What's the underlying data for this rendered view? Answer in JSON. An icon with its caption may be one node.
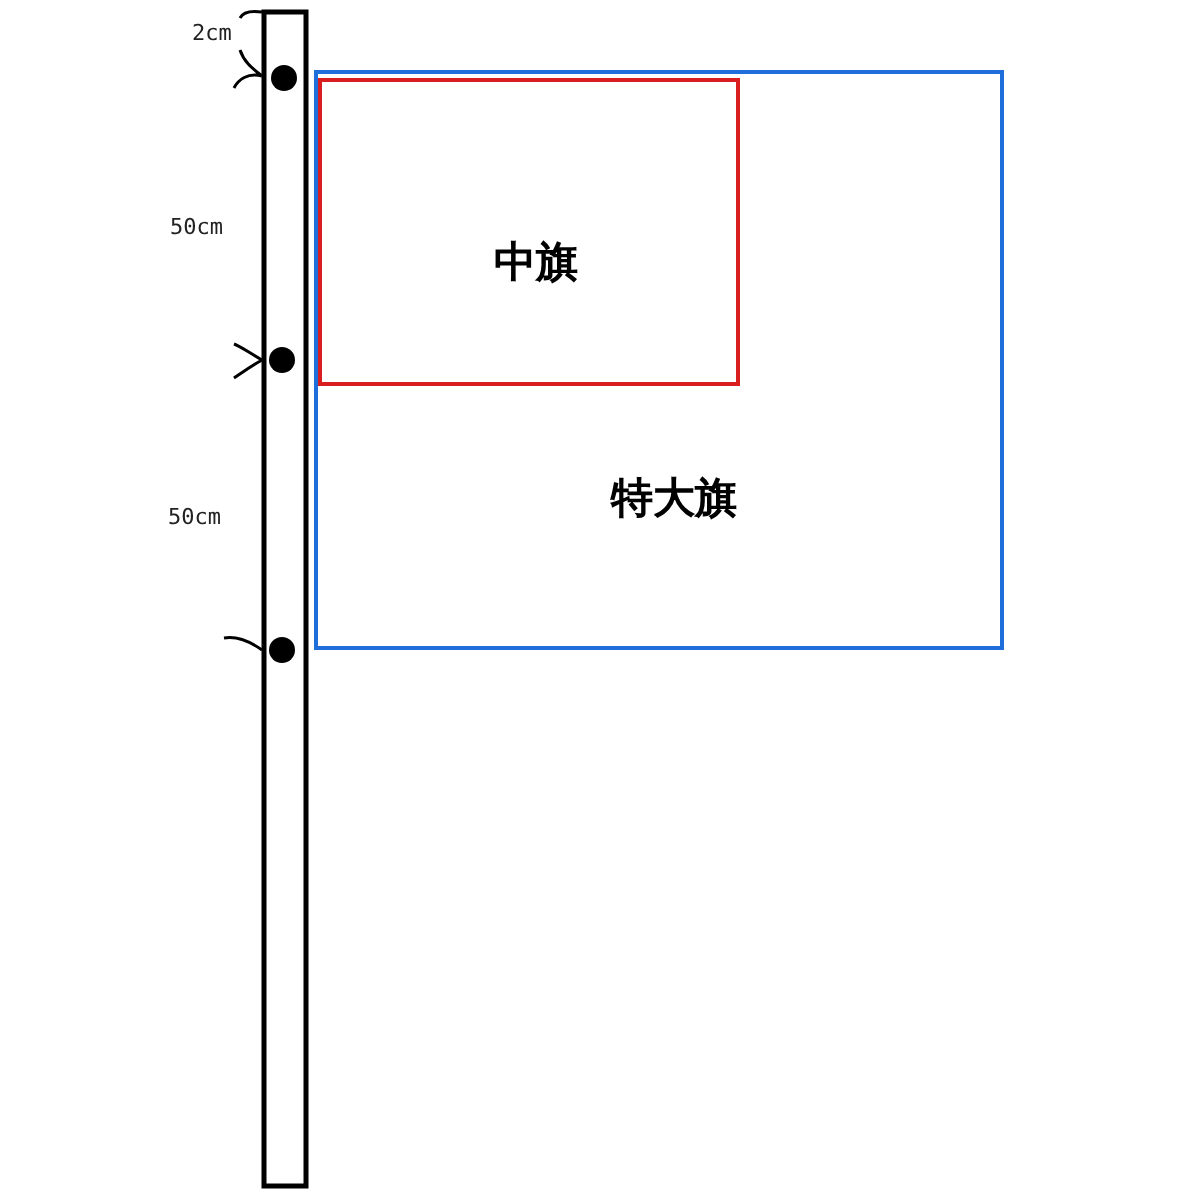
{
  "diagram": {
    "nodes": [
      {
        "text": [
          "特大旗"
        ]
      },
      {
        "text": [
          "中旗"
        ],
        "in": 0
      }
    ],
    "edges": [],
    "labels": [
      "2cm",
      "50cm",
      "50cm"
    ]
  }
}
